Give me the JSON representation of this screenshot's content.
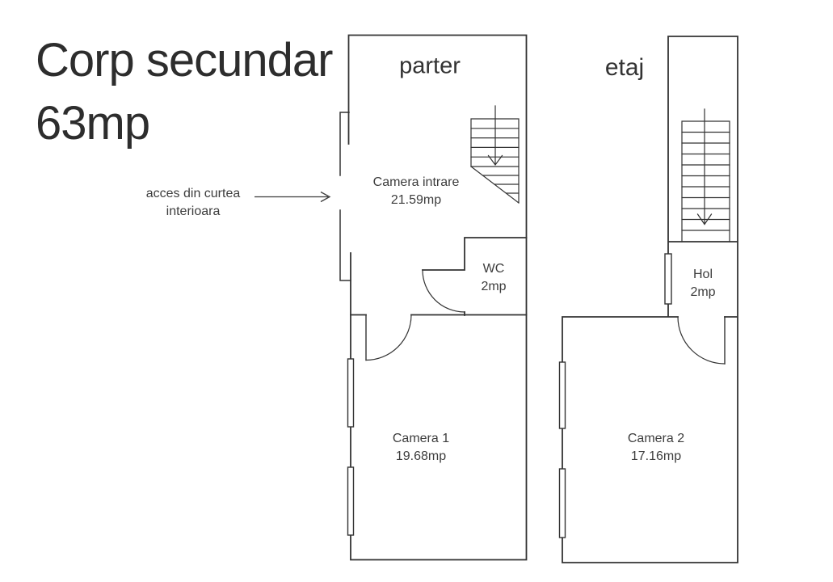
{
  "page_title": {
    "line1": "Corp secundar",
    "line2": "63mp"
  },
  "annotation": {
    "line1": "acces din curtea",
    "line2": "interioara"
  },
  "floors": {
    "parter": {
      "label": "parter",
      "rooms": {
        "camera_intrare": {
          "name": "Camera intrare",
          "area": "21.59mp"
        },
        "wc": {
          "name": "WC",
          "area": "2mp"
        },
        "camera_1": {
          "name": "Camera 1",
          "area": "19.68mp"
        }
      }
    },
    "etaj": {
      "label": "etaj",
      "rooms": {
        "hol": {
          "name": "Hol",
          "area": "2mp"
        },
        "camera_2": {
          "name": "Camera 2",
          "area": "17.16mp"
        }
      }
    }
  },
  "colors": {
    "wall_line": "#333333",
    "detail_line": "#3c3c3c",
    "text": "#3d3d3d",
    "title_text": "#2d2d2d",
    "background": "#ffffff"
  }
}
